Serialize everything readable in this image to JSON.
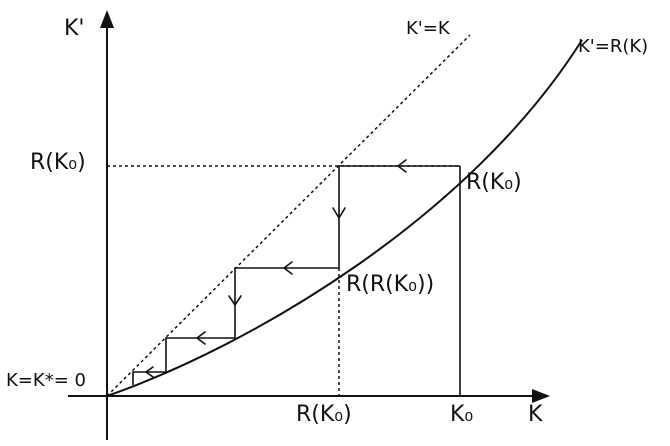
{
  "labels": {
    "y_axis": "K'",
    "x_axis": "K",
    "diagonal": "K'=K",
    "curve": "K'=R(K)",
    "y_tick": "R(K₀)",
    "point_top": "R(K₀)",
    "point_second": "R(R(K₀))",
    "x_tick_first": "R(K₀)",
    "x_tick_k0": "K₀",
    "origin": "K=K*= 0"
  },
  "colors": {
    "ink": "#111111",
    "background": "#ffffff"
  }
}
